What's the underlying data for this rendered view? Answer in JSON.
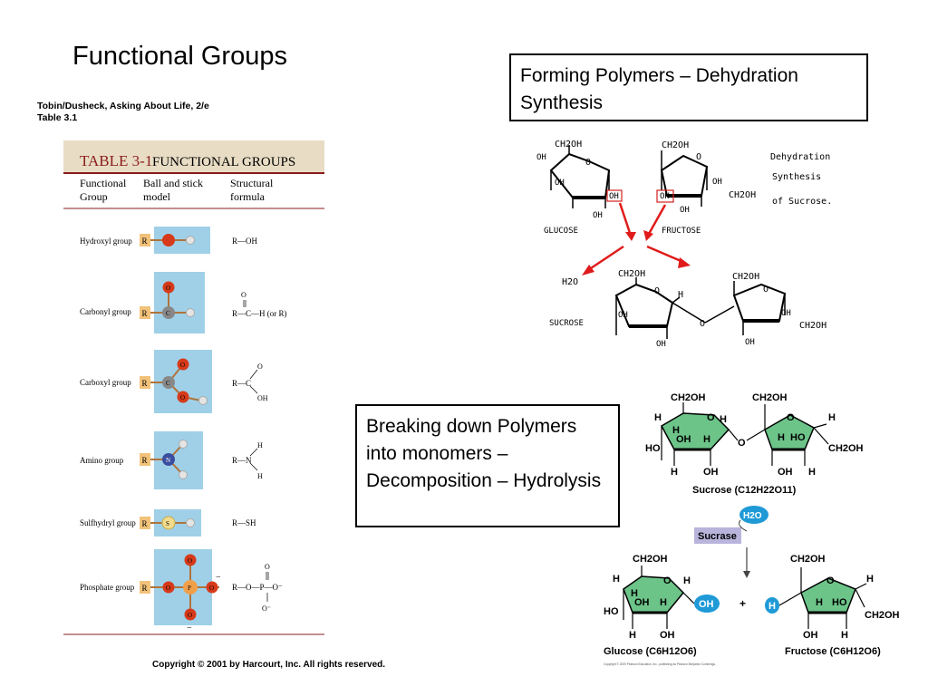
{
  "slide": {
    "title": "Functional Groups",
    "source_line1": "Tobin/Dusheck, Asking About Life, 2/e",
    "source_line2": "Table 3.1",
    "copyright": "Copyright © 2001 by Harcourt, Inc. All rights reserved."
  },
  "table": {
    "number": "TABLE 3-1",
    "title": "FUNCTIONAL GROUPS",
    "col1_l1": "Functional",
    "col1_l2": "Group",
    "col2_l1": "Ball and stick",
    "col2_l2": "model",
    "col3_l1": "Structural",
    "col3_l2": "formula",
    "rows": [
      {
        "group": "Hydroxyl group",
        "formula": "R—OH"
      },
      {
        "group": "Carbonyl group",
        "formula": "R—C—H (or R)"
      },
      {
        "group": "Carboxyl group",
        "formula": "R—C"
      },
      {
        "group": "Amino group",
        "formula": "R—N"
      },
      {
        "group": "Sulfhydryl group",
        "formula": "R—SH"
      },
      {
        "group": "Phosphate group",
        "formula": "R—O—P—O⁻"
      }
    ],
    "ball_labels": {
      "r": "R",
      "o": "O",
      "c": "C",
      "n": "N",
      "s": "S",
      "p": "P"
    },
    "formula_parts": {
      "o": "O",
      "oh": "OH",
      "h": "H",
      "ominus": "O⁻",
      "minus": "−"
    }
  },
  "callouts": {
    "forming": "Forming Polymers – Dehydration Synthesis",
    "breaking": "Breaking down Polymers into monomers – Decomposition – Hydrolysis"
  },
  "dehydration": {
    "glucose": "GLUCOSE",
    "fructose": "FRUCTOSE",
    "sucrose": "SUCROSE",
    "water": "H2O",
    "caption_l1": "Dehydration",
    "caption_l2": "Synthesis",
    "caption_l3": "of Sucrose.",
    "ch2oh": "CH2OH",
    "oh": "OH",
    "o": "O",
    "h": "H"
  },
  "hydrolysis": {
    "sucrose": "Sucrose (C12H22O11)",
    "enzyme": "Sucrase",
    "water": "H2O",
    "glucose": "Glucose (C6H12O6)",
    "fructose": "Fructose (C6H12O6)",
    "plus": "+",
    "ch2oh": "CH2OH",
    "oh": "OH",
    "ho": "HO",
    "h": "H",
    "o": "O",
    "publisher_note": "Copyright © 2009 Pearson Education, Inc., publishing as Pearson Benjamin Cummings."
  },
  "colors": {
    "table_header_band": "#e8dcc4",
    "table_rule": "#8a1c1c",
    "ball_panel": "#9fd0e8",
    "r_box": "#f2c27a",
    "oxygen": "#d63a1a",
    "carbon": "#888888",
    "hydrogen": "#e4e4e4",
    "nitrogen": "#3a4ea0",
    "sulfur": "#f2dc8c",
    "phosphorus": "#f1a04a",
    "sugar_ring": "#6cc489",
    "enzyme_box": "#b8b4dc",
    "water_badge": "#1f9ad6",
    "highlight_box": "#d62020",
    "arrow_red": "#e01b1b"
  }
}
